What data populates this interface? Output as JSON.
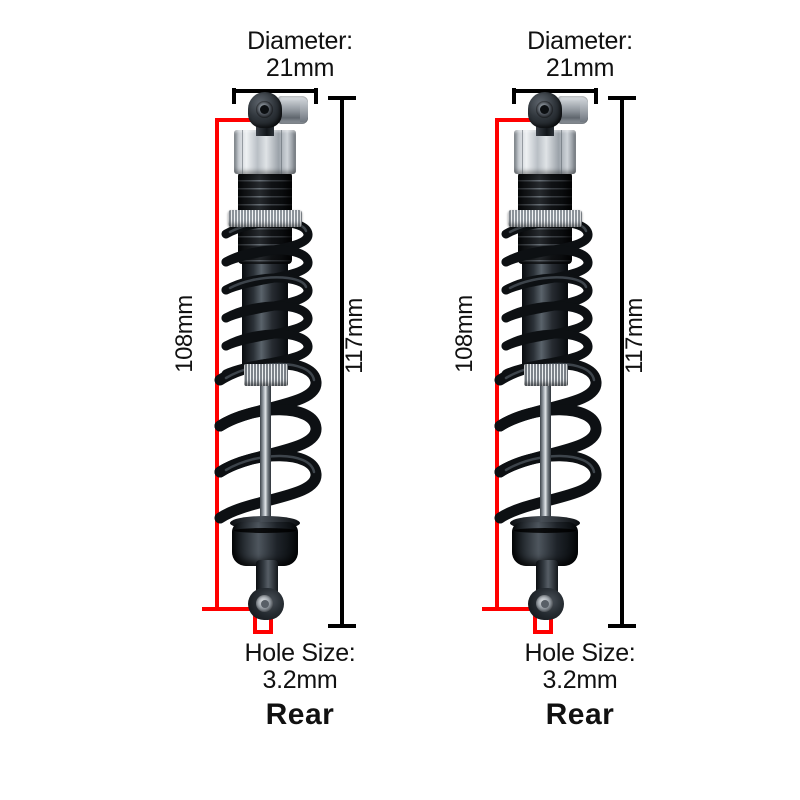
{
  "page": {
    "background_color": "#ffffff",
    "dimension_line_color": "#000000",
    "highlight_line_color": "#ff0000"
  },
  "products": [
    {
      "id": "shock-left",
      "diameter_label": "Diameter:\n21mm",
      "length_overall_label": "117mm",
      "length_body_label": "108mm",
      "hole_size_label": "Hole Size:\n3.2mm",
      "position_label": "Rear",
      "icon": "rc-shock-absorber"
    },
    {
      "id": "shock-right",
      "diameter_label": "Diameter:\n21mm",
      "length_overall_label": "117mm",
      "length_body_label": "108mm",
      "hole_size_label": "Hole Size:\n3.2mm",
      "position_label": "Rear",
      "icon": "rc-shock-absorber"
    }
  ],
  "measurements": {
    "diameter_mm": 21,
    "overall_length_mm": 117,
    "body_length_mm": 108,
    "hole_size_mm": 3.2,
    "units": "mm"
  }
}
